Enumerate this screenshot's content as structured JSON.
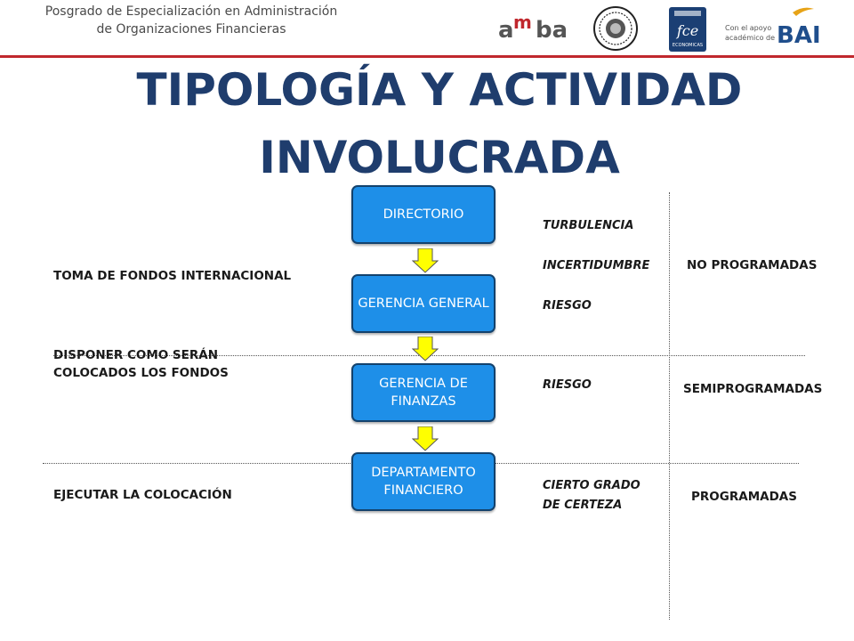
{
  "header": {
    "line1": "Posgrado de Especialización en Administración",
    "line2": "de Organizaciones Financieras"
  },
  "logos": {
    "amba": "amba",
    "fce": "fce",
    "fce_sub": "ECONOMICAS",
    "bai_support": "Con el apoyo académico de",
    "bai": "BAI"
  },
  "title": {
    "line1": "TIPOLOGÍA Y ACTIVIDAD",
    "line2": "INVOLUCRADA"
  },
  "flow": {
    "boxes": [
      "DIRECTORIO",
      "GERENCIA GENERAL",
      "GERENCIA DE FINANZAS",
      "DEPARTAMENTO FINANCIERO"
    ]
  },
  "activities": {
    "toma": "TOMA DE FONDOS INTERNACIONAL",
    "disponer": "DISPONER COMO SERÁN COLOCADOS LOS FONDOS",
    "ejecutar": "EJECUTAR LA COLOCACIÓN"
  },
  "conditions": {
    "turbulencia": "TURBULENCIA",
    "incertidumbre": "INCERTIDUMBRE",
    "riesgo1": "RIESGO",
    "riesgo2": "RIESGO",
    "certeza": "CIERTO GRADO DE CERTEZA"
  },
  "decisions": {
    "no_programadas": "NO PROGRAMADAS",
    "semiprogramadas": "SEMIPROGRAMADAS",
    "programadas": "PROGRAMADAS"
  },
  "colors": {
    "title": "#1f3d6d",
    "box_fill": "#1e8fe8",
    "box_border": "#13426d",
    "arrow_fill": "#ffff00",
    "header_rule": "#c0272d"
  }
}
